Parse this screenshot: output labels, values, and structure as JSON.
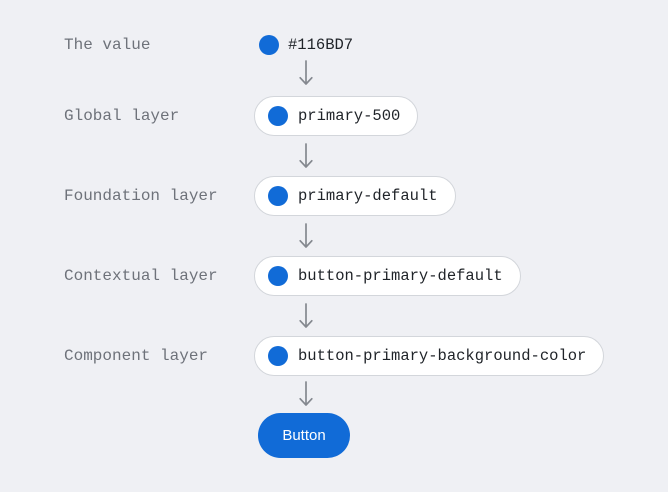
{
  "colors": {
    "background": "#eff0f4",
    "blue": "#116BD7",
    "label_gray": "#6e727a",
    "token_text": "#1f2328",
    "pill_bg": "#ffffff",
    "pill_border": "#d3d6db",
    "arrow": "#84888f",
    "button_text": "#ffffff"
  },
  "icons": {
    "swatch": "color-dot",
    "arrow": "down-arrow"
  },
  "rows": [
    {
      "label": "The value",
      "token": "#116BD7"
    },
    {
      "label": "Global layer",
      "token": "primary-500"
    },
    {
      "label": "Foundation layer",
      "token": "primary-default"
    },
    {
      "label": "Contextual layer",
      "token": "button-primary-default"
    },
    {
      "label": "Component layer",
      "token": "button-primary-background-color"
    }
  ],
  "button": {
    "label": "Button"
  }
}
